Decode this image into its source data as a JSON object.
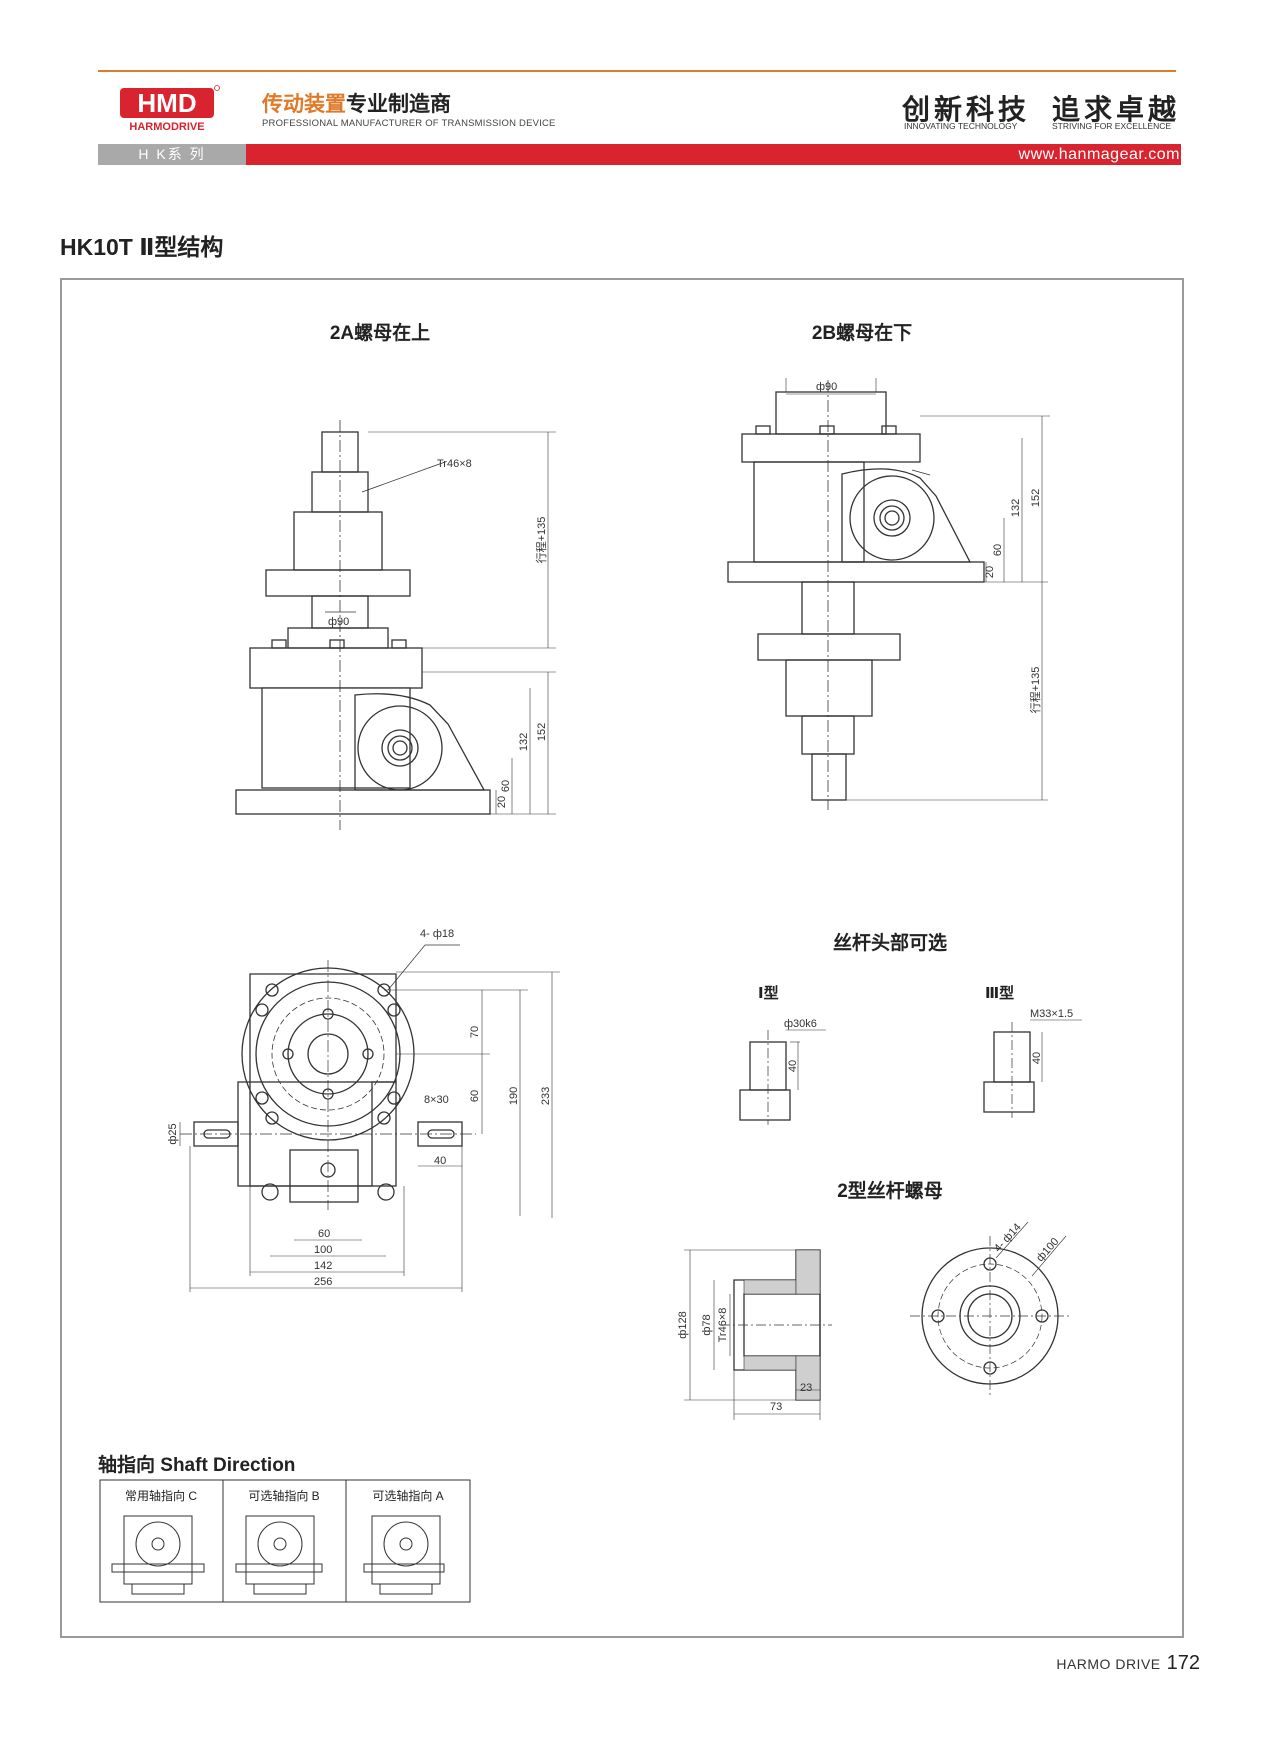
{
  "header": {
    "logo_text": "HMD",
    "logo_sub": "HARMODRIVE",
    "tagline_accent": "传动装置",
    "tagline_rest": "专业制造商",
    "tagline_en": "PROFESSIONAL MANUFACTURER OF TRANSMISSION DEVICE",
    "slogan_left": "创新科技",
    "slogan_left_en": "INNOVATING TECHNOLOGY",
    "slogan_right": "追求卓越",
    "slogan_right_en": "STRIVING FOR EXCELLENCE",
    "series": "H K系 列",
    "website": "www.hanmagear.com",
    "accent_color": "#e07a2b",
    "bar_color": "#d9232e"
  },
  "page_title": "HK10T Ⅱ型结构",
  "views": {
    "view_2a_title": "2A螺母在上",
    "view_2b_title": "2B螺母在下",
    "screw_head_title": "丝杆头部可选",
    "type1_title": "Ⅰ型",
    "type3_title": "Ⅲ型",
    "nut_title": "2型丝杆螺母"
  },
  "dims": {
    "tr": "Tr46×8",
    "phi90": "ф90",
    "stroke": "行程+135",
    "d152": "152",
    "d132": "132",
    "d60": "60",
    "d20": "20",
    "holes": "4- ф18",
    "d70": "70",
    "d190": "190",
    "d233": "233",
    "phi25": "ф25",
    "key": "8×30",
    "d40": "40",
    "w60": "60",
    "w100": "100",
    "w142": "142",
    "w256": "256",
    "phi30k6": "ф30k6",
    "m33": "M33×1.5",
    "phi128": "ф128",
    "phi78": "ф78",
    "d23": "23",
    "d73": "73",
    "holes14": "4- ф14",
    "phi100": "ф100"
  },
  "shaft_direction": {
    "title": "轴指向 Shaft Direction",
    "columns": [
      "常用轴指向 C",
      "可选轴指向 B",
      "可选轴指向 A"
    ]
  },
  "footer": {
    "brand": "HARMO DRIVE",
    "page": "172"
  }
}
